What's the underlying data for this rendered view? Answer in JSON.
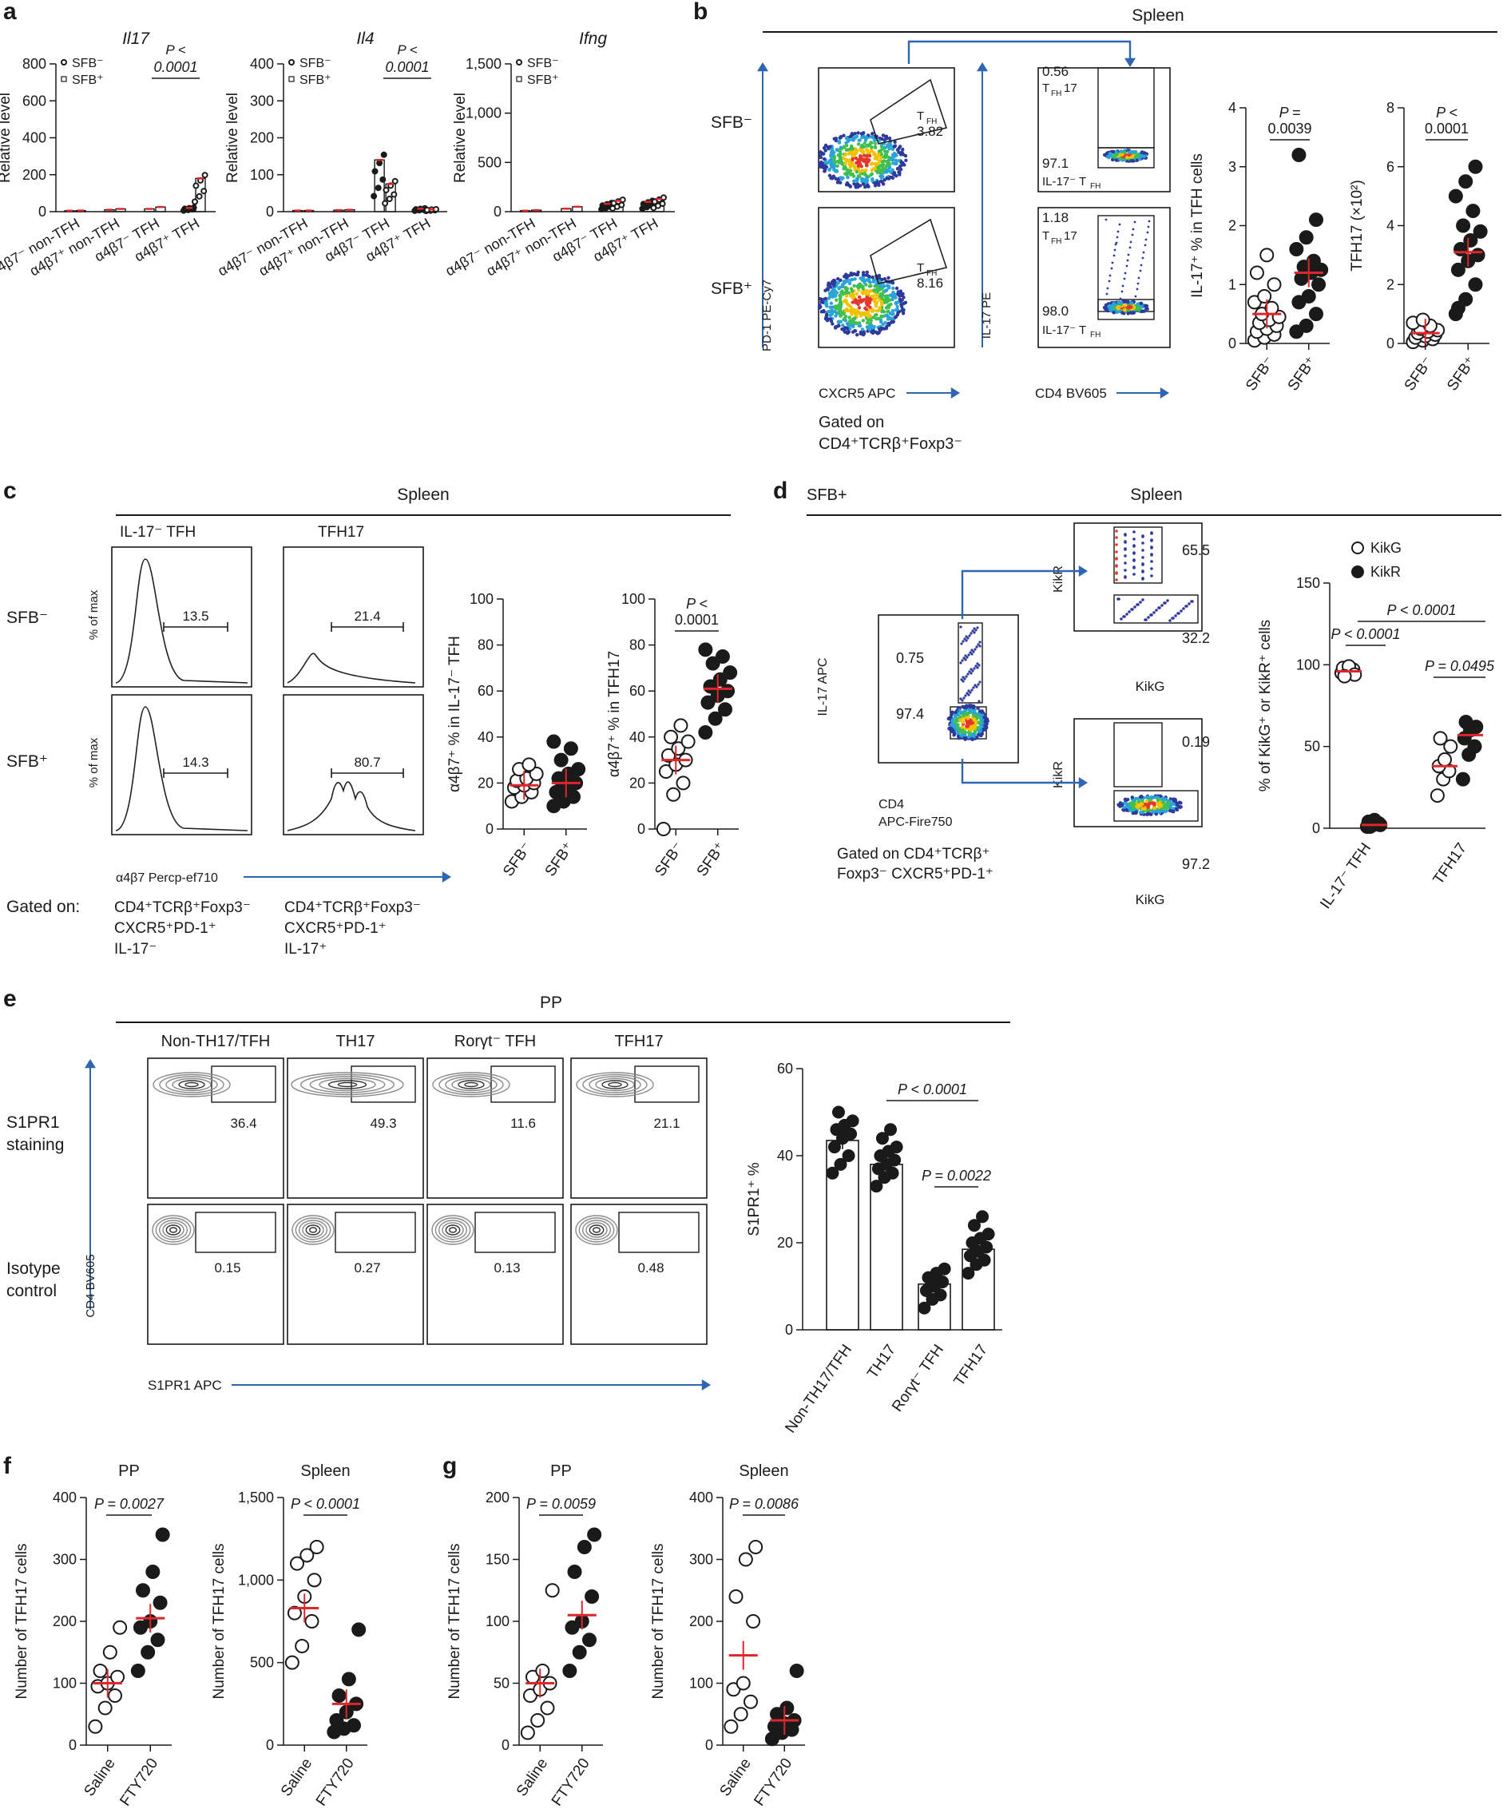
{
  "colors": {
    "arrow": "#2f66b3",
    "mean": "#e0262b",
    "dark": "#1a1a1a"
  },
  "panel_letters": [
    "a",
    "b",
    "c",
    "d",
    "e",
    "f",
    "g"
  ],
  "panel_a": {
    "groups": [
      "α4β7⁻ non-T",
      "α4β7⁺ non-T",
      "α4β7⁻ T",
      "α4β7⁺ T"
    ],
    "group_sub": "FH",
    "ylabel": "Relative level",
    "legend": [
      "SFB⁻",
      "SFB⁺"
    ],
    "plots": [
      {
        "title": "Il17",
        "p": [
          "P <",
          "0.0001"
        ],
        "chart_data": {
          "type": "bar",
          "title": "Il17",
          "ylabel": "Relative level",
          "ylim": [
            0,
            800
          ],
          "ticks": [
            "0",
            "200",
            "400",
            "600",
            "800"
          ],
          "categories": [
            "α4β7⁻ non-TFH",
            "α4β7⁺ non-TFH",
            "α4β7⁻ TFH",
            "α4β7⁺ TFH"
          ],
          "series": [
            {
              "name": "SFB⁻",
              "values": [
                5,
                10,
                15,
                20
              ]
            },
            {
              "name": "SFB⁺",
              "values": [
                6,
                15,
                25,
                180
              ]
            }
          ]
        }
      },
      {
        "title": "Il4",
        "p": [
          "P <",
          "0.0001"
        ],
        "chart_data": {
          "type": "bar",
          "title": "Il4",
          "ylabel": "Relative level",
          "ylim": [
            0,
            400
          ],
          "ticks": [
            "0",
            "100",
            "200",
            "300",
            "400"
          ],
          "categories": [
            "α4β7⁻ non-TFH",
            "α4β7⁺ non-TFH",
            "α4β7⁻ TFH",
            "α4β7⁺ TFH"
          ],
          "series": [
            {
              "name": "SFB⁻",
              "values": [
                3,
                4,
                140,
                8
              ]
            },
            {
              "name": "SFB⁺",
              "values": [
                3,
                5,
                75,
                6
              ]
            }
          ]
        }
      },
      {
        "title": "Ifng",
        "p": [
          "",
          ""
        ],
        "chart_data": {
          "type": "bar",
          "title": "Ifng",
          "ylabel": "Relative level",
          "ylim": [
            0,
            1500
          ],
          "ticks": [
            "0",
            "500",
            "1,000",
            "1,500"
          ],
          "categories": [
            "α4β7⁻ non-TFH",
            "α4β7⁺ non-TFH",
            "α4β7⁻ TFH",
            "α4β7⁺ TFH"
          ],
          "series": [
            {
              "name": "SFB⁻",
              "values": [
                10,
                30,
                80,
                100
              ]
            },
            {
              "name": "SFB⁺",
              "values": [
                15,
                50,
                110,
                130
              ]
            }
          ]
        }
      }
    ]
  },
  "panel_b": {
    "title": "Spleen",
    "rows": [
      "SFB⁻",
      "SFB⁺"
    ],
    "y1": "PD-1 PE-Cy7",
    "x1": "CXCR5 APC",
    "y2": "IL-17 PE",
    "x2": "CD4 BV605",
    "gate1": [
      "3.82",
      "8.16"
    ],
    "gate_top": [
      "0.56",
      "1.18"
    ],
    "gate_bot": [
      "97.1",
      "98.0"
    ],
    "gated": [
      "Gated on",
      "CD4⁺TCRβ⁺Foxp3⁻"
    ],
    "scatter1": {
      "p": [
        "P =",
        "0.0039"
      ],
      "ylabel": "IL-17⁺ % in TFH cells",
      "chart_data": {
        "type": "scatter",
        "categories": [
          "SFB⁻",
          "SFB⁺"
        ],
        "ylim": [
          0,
          4
        ],
        "ticks": [
          "0",
          "1",
          "2",
          "3",
          "4"
        ],
        "series": [
          {
            "name": "SFB⁻",
            "values": [
              0.05,
              0.1,
              0.15,
              0.2,
              0.25,
              0.3,
              0.35,
              0.4,
              0.45,
              0.5,
              0.6,
              0.7,
              0.8,
              1.0,
              1.2,
              1.5
            ],
            "mean": 0.5
          },
          {
            "name": "SFB⁺",
            "values": [
              0.2,
              0.3,
              0.5,
              0.7,
              0.8,
              1.0,
              1.1,
              1.2,
              1.25,
              1.3,
              1.4,
              1.6,
              1.8,
              2.1,
              3.2
            ],
            "mean": 1.2
          }
        ]
      }
    },
    "scatter2": {
      "p": [
        "P <",
        "0.0001"
      ],
      "ylabel": "TFH17 (×10²)",
      "chart_data": {
        "type": "scatter",
        "categories": [
          "SFB⁻",
          "SFB⁺"
        ],
        "ylim": [
          0,
          8
        ],
        "ticks": [
          "0",
          "2",
          "4",
          "6",
          "8"
        ],
        "series": [
          {
            "name": "SFB⁻",
            "values": [
              0.05,
              0.1,
              0.15,
              0.2,
              0.25,
              0.3,
              0.35,
              0.4,
              0.45,
              0.5,
              0.6,
              0.7,
              0.8
            ],
            "mean": 0.35
          },
          {
            "name": "SFB⁺",
            "values": [
              1.0,
              1.5,
              2.0,
              2.5,
              2.8,
              3.0,
              3.2,
              3.5,
              3.8,
              4.0,
              4.5,
              5.0,
              5.5,
              6.0,
              1.2
            ],
            "mean": 3.1
          }
        ]
      }
    }
  },
  "panel_c": {
    "title": "Spleen",
    "cols": [
      "IL-17⁻ TFH",
      "TFH17"
    ],
    "rows": [
      "SFB⁻",
      "SFB⁺"
    ],
    "ylabel": "% of max",
    "xlabel": "α4β7 Percp-ef710",
    "gates": [
      "13.5",
      "21.4",
      "14.3",
      "80.7"
    ],
    "gated_label": "Gated on:",
    "gated1": [
      "CD4⁺TCRβ⁺Foxp3⁻",
      "CXCR5⁺PD-1⁺",
      "IL-17⁻"
    ],
    "gated2": [
      "CD4⁺TCRβ⁺Foxp3⁻",
      "CXCR5⁺PD-1⁺",
      "IL-17⁺"
    ],
    "scatter1": {
      "ylabel": "α4β7⁺ % in IL-17⁻ TFH",
      "chart_data": {
        "type": "scatter",
        "categories": [
          "SFB⁻",
          "SFB⁺"
        ],
        "ylim": [
          0,
          100
        ],
        "ticks": [
          "0",
          "20",
          "40",
          "60",
          "80",
          "100"
        ],
        "series": [
          {
            "name": "SFB⁻",
            "values": [
              12,
              14,
              16,
              18,
              19,
              20,
              21,
              22,
              24,
              26,
              28
            ],
            "mean": 19
          },
          {
            "name": "SFB⁺",
            "values": [
              10,
              12,
              14,
              16,
              18,
              20,
              22,
              24,
              26,
              30,
              35,
              38
            ],
            "mean": 20
          }
        ]
      }
    },
    "scatter2": {
      "p": [
        "P <",
        "0.0001"
      ],
      "ylabel": "α4β7⁺ % in TFH17",
      "chart_data": {
        "type": "scatter",
        "categories": [
          "SFB⁻",
          "SFB⁺"
        ],
        "ylim": [
          0,
          100
        ],
        "ticks": [
          "0",
          "20",
          "40",
          "60",
          "80",
          "100"
        ],
        "series": [
          {
            "name": "SFB⁻",
            "values": [
              0,
              15,
              20,
              25,
              28,
              30,
              32,
              35,
              38,
              40,
              45
            ],
            "mean": 30
          },
          {
            "name": "SFB⁺",
            "values": [
              42,
              48,
              52,
              55,
              58,
              60,
              62,
              65,
              68,
              72,
              75,
              78
            ],
            "mean": 61
          }
        ]
      }
    }
  },
  "panel_d": {
    "prefix": "SFB+",
    "title": "Spleen",
    "main_y": "IL-17 APC",
    "main_x": [
      "CD4",
      "APC-Fire750"
    ],
    "gates": [
      "0.75",
      "97.4"
    ],
    "top": [
      "65.5",
      "32.2"
    ],
    "bot": [
      "0.19",
      "97.2"
    ],
    "ylab": "KikR",
    "xlab": "KikG",
    "gated": [
      "Gated on CD4⁺TCRβ⁺",
      "Foxp3⁻ CXCR5⁺PD-1⁺"
    ],
    "legend": [
      "KikG",
      "KikR"
    ],
    "scatter": {
      "ylabel": "% of KikG⁺ or KikR⁺ cells",
      "p": [
        "P < 0.0001",
        "P < 0.0001",
        "P = 0.0495"
      ],
      "chart_data": {
        "type": "scatter",
        "categories": [
          "IL-17⁻ TFH",
          "TFH17"
        ],
        "ylim": [
          0,
          150
        ],
        "ticks": [
          "0",
          "50",
          "100",
          "150"
        ],
        "series": [
          {
            "name": "KikG",
            "group_values": [
              [
                95,
                96,
                97,
                98,
                99,
                94,
                93
              ],
              [
                20,
                30,
                35,
                38,
                42,
                50,
                55
              ]
            ],
            "means": [
              96,
              38
            ]
          },
          {
            "name": "KikR",
            "group_values": [
              [
                1,
                2,
                3,
                4,
                5,
                2,
                1
              ],
              [
                30,
                45,
                50,
                55,
                60,
                62,
                65
              ]
            ],
            "means": [
              2,
              57
            ]
          }
        ]
      }
    }
  },
  "panel_e": {
    "title": "PP",
    "cols": [
      "Non-TH17/TFH",
      "TH17",
      "Rorγt⁻ TFH",
      "TFH17"
    ],
    "rows": [
      "S1PR1 staining",
      "Isotype control"
    ],
    "ylabel": "CD4 BV605",
    "xlabel": "S1PR1 APC",
    "gates_top": [
      "36.4",
      "49.3",
      "11.6",
      "21.1"
    ],
    "gates_bot": [
      "0.15",
      "0.27",
      "0.13",
      "0.48"
    ],
    "bar": {
      "ylabel": "S1PR1⁺ %",
      "p": [
        "P < 0.0001",
        "P = 0.0022"
      ],
      "chart_data": {
        "type": "bar",
        "categories": [
          "Non-TH17/TFH",
          "TH17",
          "Rorγt⁻ TFH",
          "TFH17"
        ],
        "ylim": [
          0,
          60
        ],
        "ticks": [
          "0",
          "20",
          "40",
          "60"
        ],
        "values": [
          43.5,
          38,
          10.5,
          18.5
        ],
        "sem": [
          2,
          2,
          1,
          1.5
        ],
        "points": [
          [
            36,
            38,
            40,
            42,
            44,
            45,
            46,
            47,
            48,
            50
          ],
          [
            33,
            35,
            36,
            37,
            38,
            39,
            40,
            41,
            42,
            44,
            46
          ],
          [
            5,
            7,
            8,
            9,
            10,
            11,
            12,
            13,
            14
          ],
          [
            13,
            15,
            16,
            17,
            18,
            19,
            20,
            21,
            22,
            24,
            26
          ]
        ]
      }
    }
  },
  "panel_fg": {
    "ylabel": "Number of TFH17 cells",
    "cats": [
      "Saline",
      "FTY720"
    ],
    "plots": [
      {
        "letter": "f",
        "title": "PP",
        "p": "P = 0.0027",
        "chart_data": {
          "type": "scatter",
          "categories": [
            "Saline",
            "FTY720"
          ],
          "ylim": [
            0,
            400
          ],
          "ticks": [
            "0",
            "100",
            "200",
            "300",
            "400"
          ],
          "series": [
            {
              "name": "Saline",
              "values": [
                30,
                60,
                80,
                95,
                100,
                110,
                120,
                150,
                190
              ],
              "mean": 100
            },
            {
              "name": "FTY720",
              "values": [
                120,
                150,
                170,
                190,
                200,
                230,
                250,
                280,
                340
              ],
              "mean": 205
            }
          ]
        }
      },
      {
        "letter": "",
        "title": "Spleen",
        "p": "P < 0.0001",
        "chart_data": {
          "type": "scatter",
          "categories": [
            "Saline",
            "FTY720"
          ],
          "ylim": [
            0,
            1500
          ],
          "ticks": [
            "0",
            "500",
            "1,000",
            "1,500"
          ],
          "series": [
            {
              "name": "Saline",
              "values": [
                500,
                600,
                750,
                800,
                900,
                1000,
                1100,
                1150,
                1200
              ],
              "mean": 830
            },
            {
              "name": "FTY720",
              "values": [
                80,
                100,
                120,
                150,
                200,
                250,
                300,
                400,
                700
              ],
              "mean": 250
            }
          ]
        }
      },
      {
        "letter": "g",
        "title": "PP",
        "p": "P = 0.0059",
        "chart_data": {
          "type": "scatter",
          "categories": [
            "Saline",
            "FTY720"
          ],
          "ylim": [
            0,
            200
          ],
          "ticks": [
            "0",
            "50",
            "100",
            "150",
            "200"
          ],
          "series": [
            {
              "name": "Saline",
              "values": [
                10,
                20,
                30,
                40,
                45,
                50,
                55,
                60,
                125
              ],
              "mean": 50
            },
            {
              "name": "FTY720",
              "values": [
                60,
                75,
                85,
                95,
                100,
                120,
                140,
                160,
                170
              ],
              "mean": 105
            }
          ]
        }
      },
      {
        "letter": "",
        "title": "Spleen",
        "p": "P = 0.0086",
        "chart_data": {
          "type": "scatter",
          "categories": [
            "Saline",
            "FTY720"
          ],
          "ylim": [
            0,
            400
          ],
          "ticks": [
            "0",
            "100",
            "200",
            "300",
            "400"
          ],
          "series": [
            {
              "name": "Saline",
              "values": [
                30,
                50,
                70,
                90,
                100,
                200,
                240,
                300,
                320
              ],
              "mean": 145
            },
            {
              "name": "FTY720",
              "values": [
                10,
                20,
                25,
                30,
                35,
                40,
                50,
                60,
                120
              ],
              "mean": 40
            }
          ]
        }
      }
    ]
  }
}
